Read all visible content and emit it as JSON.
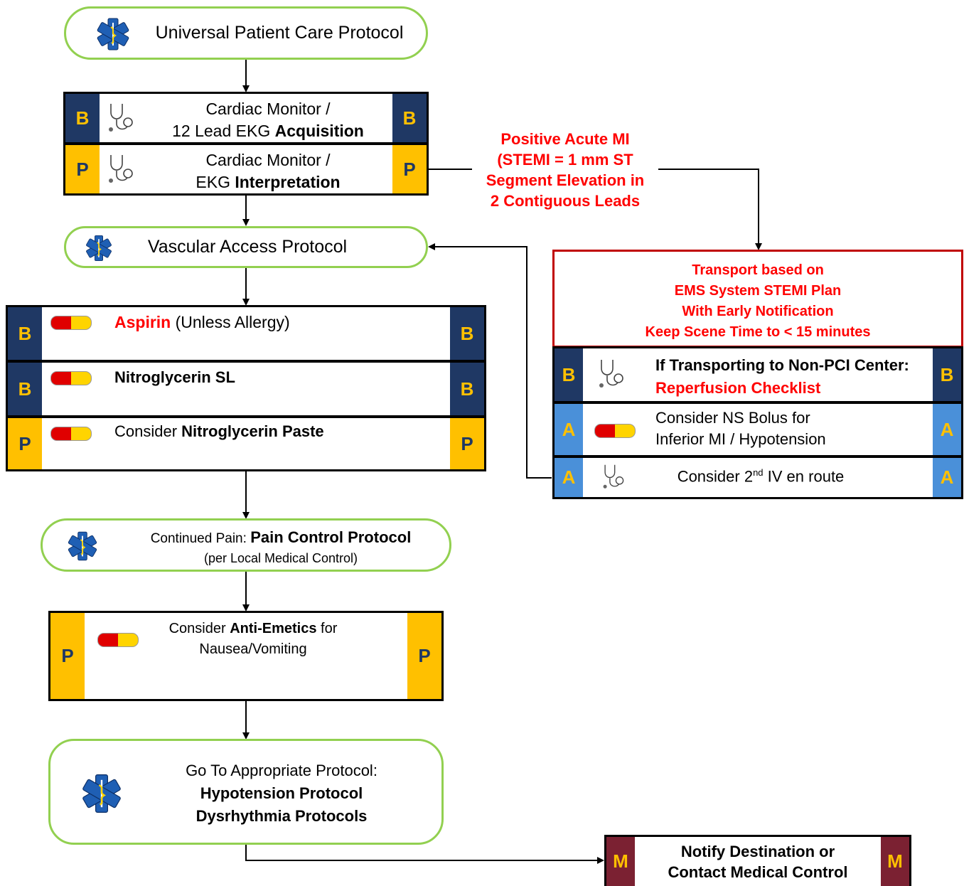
{
  "universal": "Universal Patient Care Protocol",
  "monitor": {
    "row1": {
      "badge_left": "B",
      "badge_right": "B",
      "line1": "Cardiac Monitor /",
      "line2_pre": "12 Lead EKG ",
      "line2_bold": "Acquisition"
    },
    "row2": {
      "badge_left": "P",
      "badge_right": "P",
      "line1": "Cardiac Monitor /",
      "line2_pre": "EKG ",
      "line2_bold": "Interpretation"
    }
  },
  "stemi_label": {
    "line1": "Positive Acute MI",
    "line2": "(STEMI = 1 mm ST",
    "line3": "Segment Elevation in",
    "line4": "2 Contiguous Leads"
  },
  "vascular": "Vascular Access Protocol",
  "meds": {
    "row1": {
      "badge_left": "B",
      "badge_right": "B",
      "red": "Aspirin",
      "rest": " (Unless Allergy)"
    },
    "row2": {
      "badge_left": "B",
      "badge_right": "B",
      "bold": "Nitroglycerin SL"
    },
    "row3": {
      "badge_left": "P",
      "badge_right": "P",
      "pre": "Consider ",
      "bold": "Nitroglycerin Paste"
    }
  },
  "transport": {
    "line1": "Transport based on",
    "line2": "EMS System STEMI Plan",
    "line3": "With Early Notification",
    "line4": "Keep Scene Time to < 15 minutes"
  },
  "right_rows": {
    "row1": {
      "badge_left": "B",
      "badge_right": "B",
      "line1": "If Transporting to Non-PCI Center:",
      "line2": "Reperfusion Checklist"
    },
    "row2": {
      "badge_left": "A",
      "badge_right": "A",
      "line1": "Consider NS Bolus for",
      "line2": "Inferior MI / Hypotension"
    },
    "row3": {
      "badge_left": "A",
      "badge_right": "A",
      "pre": "Consider 2",
      "sup": "nd",
      "post": " IV en route"
    }
  },
  "pain": {
    "pre": "Continued Pain: ",
    "bold": "Pain Control Protocol",
    "line2": "(per Local Medical Control)"
  },
  "antiemetic": {
    "badge_left": "P",
    "badge_right": "P",
    "pre": "Consider ",
    "bold": "Anti-Emetics",
    "post": " for",
    "line2": "Nausea/Vomiting"
  },
  "goto": {
    "line1": "Go To Appropriate Protocol:",
    "line2": "Hypotension Protocol",
    "line3": "Dysrhythmia Protocols"
  },
  "notify": {
    "badge_left": "M",
    "badge_right": "M",
    "line1": "Notify Destination or",
    "line2": "Contact Medical Control"
  },
  "icons": [
    "star-of-life-icon",
    "stethoscope-icon",
    "pill-capsule-icon"
  ],
  "colors": {
    "navy": "#1f3864",
    "gold": "#ffc000",
    "green": "#92d050",
    "red": "#ff0000",
    "blue": "#4a90d9",
    "maroon": "#7b2132"
  }
}
